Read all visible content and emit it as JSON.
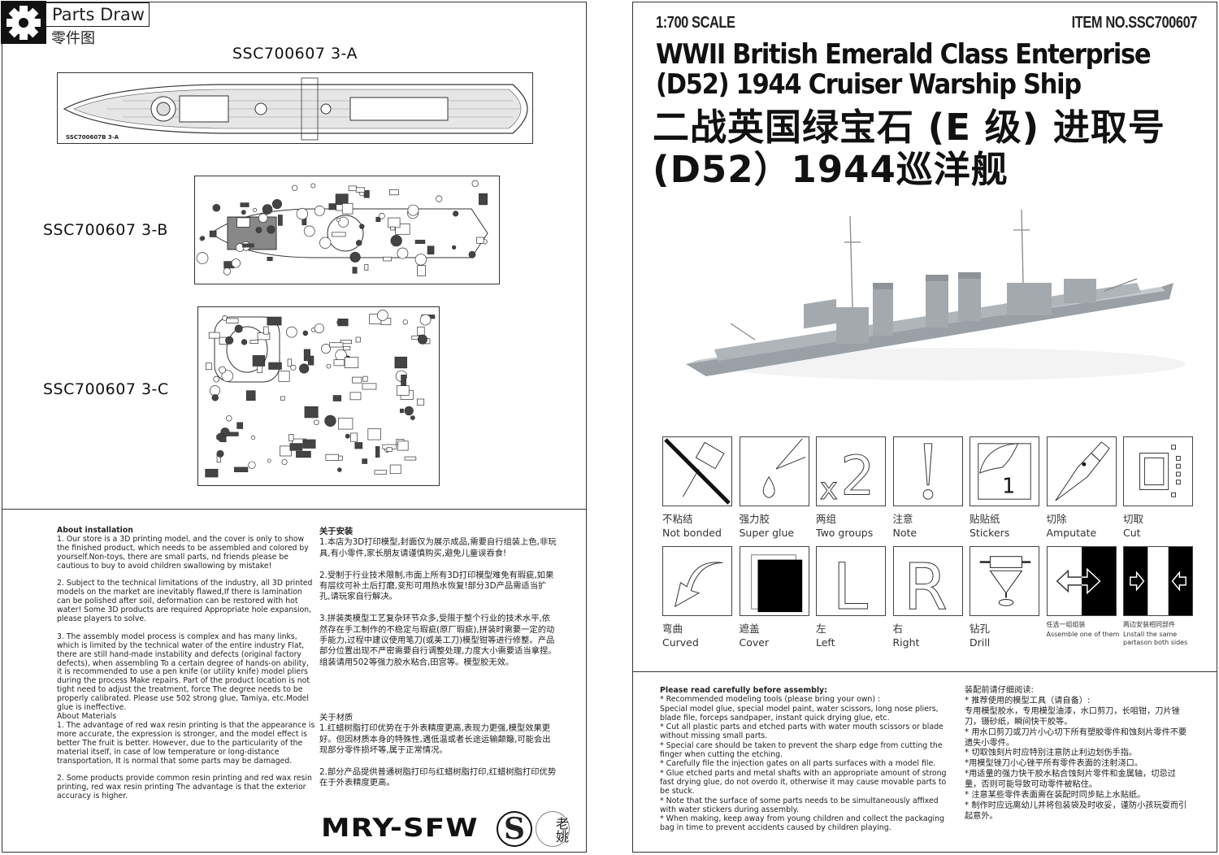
{
  "left": {
    "header": {
      "icon": "gear-icon",
      "title": "Parts Draw",
      "subtitle": "零件图"
    },
    "sheets": [
      {
        "label": "SSC700607 3-A",
        "print": "SSC700607B  3-A"
      },
      {
        "label": "SSC700607 3-B"
      },
      {
        "label": "SSC700607 3-C"
      }
    ],
    "installation_en": {
      "heading": "About installation",
      "paragraphs": [
        "1. Our store is a 3D printing model, and the cover is only to show the finished product, which needs to be assembled and colored by yourself.Non-toys, there are small parts,  nd friends please be cautious to buy to avoid children swallowing by mistake!",
        "2. Subject to the technical limitations of the industry, all 3D printed models on the market are inevitably flawed,If there is lamination can be polished after soil, deformation can be restored with hot water! Some 3D products are required Appropriate hole expansion, please players to solve.",
        "3. The assembly model process is complex and has many links, which is limited by the technical water of the entire industry Flat, there are still hand-made instability and defects (original factory defects), when assembling To a certain degree of hands-on ability, it is recommended to use a pen knife (or utility knife) model pliers during the process Make repairs. Part of the product location is not tight need to adjust the treatment, force The degree needs to be properly calibrated. Please use 502 strong glue, Tamiya, etc.Model glue is ineffective."
      ]
    },
    "materials_en": {
      "heading": "About Materials",
      "paragraphs": [
        "1. The advantage of red wax resin printing is that the appearance is more accurate, the expression is stronger, and the model effect is better The fruit is better. However, due to the particularity of the material itself, in case of low temperature or long-distance transportation, It is normal that some parts may be damaged.",
        "2. Some products provide common resin printing and red wax resin printing, red wax resin printing The advantage is that the exterior accuracy is higher."
      ]
    },
    "installation_cn": {
      "heading": "关于安装",
      "paragraphs": [
        "1.本店为3D打印模型,封面仅为展示成品,需要自行组装上色,非玩具,有小零件,家长朋友请谨慎购买,避免儿童误吞食!",
        "2.受制于行业技术限制,市面上所有3D打印模型难免有瑕疵,如果有层纹可补土后打磨,变形可用热水恢复!部分3D产品需适当扩孔,请玩家自行解决。",
        "3.拼装类模型工艺复杂环节众多,受限于整个行业的技术水平,依然存在手工制作的不稳定与瑕疵(原厂瑕疵),拼装时需要一定的动手能力,过程中建议使用笔刀(或美工刀)模型钳等进行修整。产品部分位置出现不严密需要自行调整处理,力度大小需要适当拿捏。组装请用502等强力胶水粘合,田宫等。模型胶无效。"
      ]
    },
    "materials_cn": {
      "heading": "关于材质",
      "paragraphs": [
        "1.红蜡树脂打印优势在于外表精度更高,表现力更强,模型效果更好。但因材质本身的特殊性,遇低温或者长途运输颠簸,可能会出现部分零件损坏等,属于正常情况。",
        "2.部分产品提供普通树脂打印与红蜡树脂打印,红蜡树脂打印优势在于外表精度更高。"
      ]
    },
    "logo": {
      "brand": "MRY-SFW",
      "mark": "S",
      "seal": "老姚"
    }
  },
  "right": {
    "scale": "1:700 SCALE",
    "item_no": "ITEM NO.SSC700607",
    "title_en": [
      "WWII British Emerald Class Enterprise",
      "(D52) 1944 Cruiser Warship Ship"
    ],
    "title_cn": [
      "二战英国绿宝石 (E 级) 进取号",
      "(D52）1944巡洋舰"
    ],
    "ship_image": "cruiser-render",
    "icons_row1": [
      {
        "icon": "not-bonded-icon",
        "cn": "不粘结",
        "en": "Not bonded"
      },
      {
        "icon": "super-glue-icon",
        "cn": "强力胶",
        "en": "Super glue"
      },
      {
        "icon": "two-groups-icon",
        "cn": "两组",
        "en": "Two groups"
      },
      {
        "icon": "note-icon",
        "cn": "注意",
        "en": "Note"
      },
      {
        "icon": "stickers-icon",
        "cn": "贴贴纸",
        "en": "Stickers"
      },
      {
        "icon": "amputate-icon",
        "cn": "切除",
        "en": "Amputate"
      },
      {
        "icon": "cut-icon",
        "cn": "切取",
        "en": "Cut"
      }
    ],
    "icons_row2": [
      {
        "icon": "curved-icon",
        "cn": "弯曲",
        "en": "Curved"
      },
      {
        "icon": "cover-icon",
        "cn": "遮盖",
        "en": "Cover"
      },
      {
        "icon": "left-icon",
        "cn": "左",
        "en": "Left"
      },
      {
        "icon": "right-icon",
        "cn": "右",
        "en": "Right"
      },
      {
        "icon": "drill-icon",
        "cn": "钻孔",
        "en": "Drill"
      },
      {
        "icon": "assemble-one-icon",
        "cn": "任选一组组装",
        "en": "Assemble one of them"
      },
      {
        "icon": "both-sides-icon",
        "cn": "两边安装相同部件",
        "en": "Lnstall the same partason both sides"
      }
    ],
    "glyphs": {
      "x2": "x2",
      "sticker_num": "1",
      "left": "L",
      "right": "R",
      "note": "!"
    },
    "notes_en": {
      "heading": "Please read carefully before assembly:",
      "lines": [
        "* Recommended modeling tools (please bring your own) :",
        "Special model glue, special model paint, water scissors, long nose pliers, blade file, forceps sandpaper, instant quick drying glue, etc.",
        "* Cut all plastic parts and etched parts with water mouth scissors or blade without missing small parts.",
        "* Special care should be taken to prevent the sharp edge from cutting the finger when cutting the etching.",
        "* Carefully file the injection gates on all parts surfaces with a model file.",
        "* Glue etched parts and metal shafts with an appropriate amount of strong fast drying glue, do not overdo it, otherwise it may cause movable parts to be stuck.",
        "* Note that the surface of some parts needs to be simultaneously affixed with water stickers during assembly.",
        "* When making, keep away from young children and collect the packaging bag in time to prevent accidents caused by children playing."
      ]
    },
    "notes_cn": {
      "heading": "装配前请仔细阅读:",
      "lines": [
        "* 推荐使用的模型工具（请自备）:",
        "专用模型胶水，专用模型油漆，水口剪刀，长咀钳，刀片锉刀，镊砂纸，瞬间快干胶等。",
        "* 用水口剪刀或刀片小心切下所有塑胶零件和蚀刻片零件不要遗失小零件。",
        "* 切取蚀刻片时应特别注意防止利边划伤手指。",
        "*用模型锉刀小心锉平所有零件表面的注射浇口。",
        "*用适量的强力快干胶水粘合蚀刻片零件和金属轴，切忌过量，否则可能导致可动零件被粘住。",
        "* 注意某些零件表面需在装配时同步贴上水贴纸。",
        "* 制作时应远离幼儿并将包装袋及时收妥，谨防小孩玩耍而引起意外。"
      ]
    }
  }
}
